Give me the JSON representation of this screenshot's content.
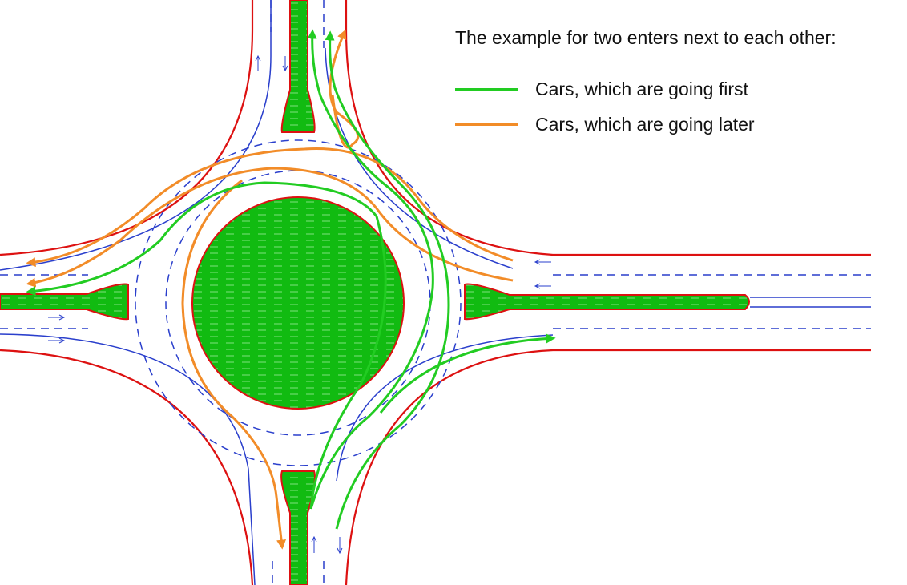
{
  "legend": {
    "title": "The example for two enters next to each other:",
    "items": [
      {
        "label": "Cars, which are going first",
        "color": "#22cc22"
      },
      {
        "label": "Cars, which are going later",
        "color": "#f28c28"
      }
    ]
  },
  "colors": {
    "curb": "#dd1111",
    "lane": "#2a3fcc",
    "island": "#11bb11",
    "first": "#22cc22",
    "later": "#f28c28"
  }
}
